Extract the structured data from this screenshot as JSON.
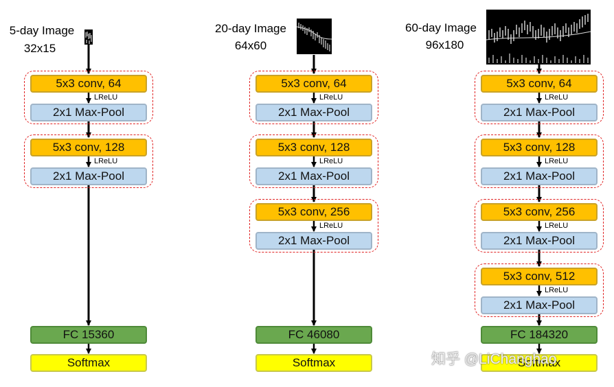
{
  "columns": [
    {
      "id": "5day",
      "title": "5-day Image",
      "size": "32x15",
      "activation": "LReLU",
      "blocks": [
        {
          "conv": "5x3 conv, 64",
          "pool": "2x1 Max-Pool"
        },
        {
          "conv": "5x3 conv, 128",
          "pool": "2x1 Max-Pool"
        }
      ],
      "fc": "FC 15360",
      "softmax": "Softmax"
    },
    {
      "id": "20day",
      "title": "20-day Image",
      "size": "64x60",
      "activation": "LReLU",
      "blocks": [
        {
          "conv": "5x3 conv, 64",
          "pool": "2x1 Max-Pool"
        },
        {
          "conv": "5x3 conv, 128",
          "pool": "2x1 Max-Pool"
        },
        {
          "conv": "5x3 conv, 256",
          "pool": "2x1 Max-Pool"
        }
      ],
      "fc": "FC 46080",
      "softmax": "Softmax"
    },
    {
      "id": "60day",
      "title": "60-day Image",
      "size": "96x180",
      "activation": "LReLU",
      "blocks": [
        {
          "conv": "5x3 conv, 64",
          "pool": "2x1 Max-Pool"
        },
        {
          "conv": "5x3 conv, 128",
          "pool": "2x1 Max-Pool"
        },
        {
          "conv": "5x3 conv, 256",
          "pool": "2x1 Max-Pool"
        },
        {
          "conv": "5x3 conv, 512",
          "pool": "2x1 Max-Pool"
        }
      ],
      "fc": "FC 184320",
      "softmax": "Softmax"
    }
  ],
  "watermark": "知乎 @LiChanghao",
  "colors": {
    "conv": "#ffc000",
    "pool": "#bdd7ee",
    "fc": "#6aa84f",
    "softmax": "#ffff00",
    "group_border": "#e02020",
    "thumbnail_bg": "#000000"
  }
}
